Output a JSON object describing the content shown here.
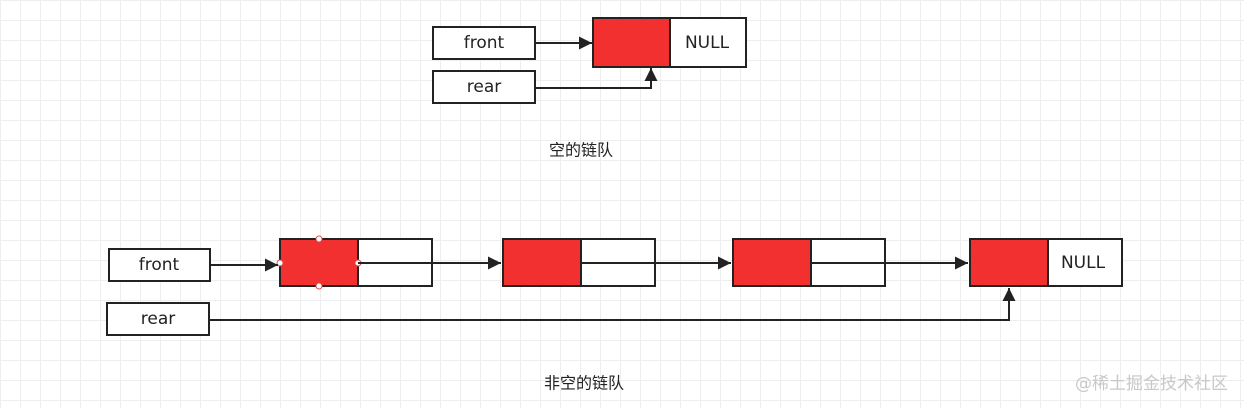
{
  "colors": {
    "data_fill": "#f23030",
    "stroke": "#222222",
    "grid": "#eeeeee",
    "selection_handle": "#e34b4b"
  },
  "empty_queue": {
    "caption": "空的链队",
    "front_label": "front",
    "rear_label": "rear",
    "node": {
      "next": "NULL"
    }
  },
  "nonempty_queue": {
    "caption": "非空的链队",
    "front_label": "front",
    "rear_label": "rear",
    "nodes": [
      {
        "next": ""
      },
      {
        "next": ""
      },
      {
        "next": ""
      },
      {
        "next": "NULL"
      }
    ]
  },
  "watermark": "@稀土掘金技术社区"
}
